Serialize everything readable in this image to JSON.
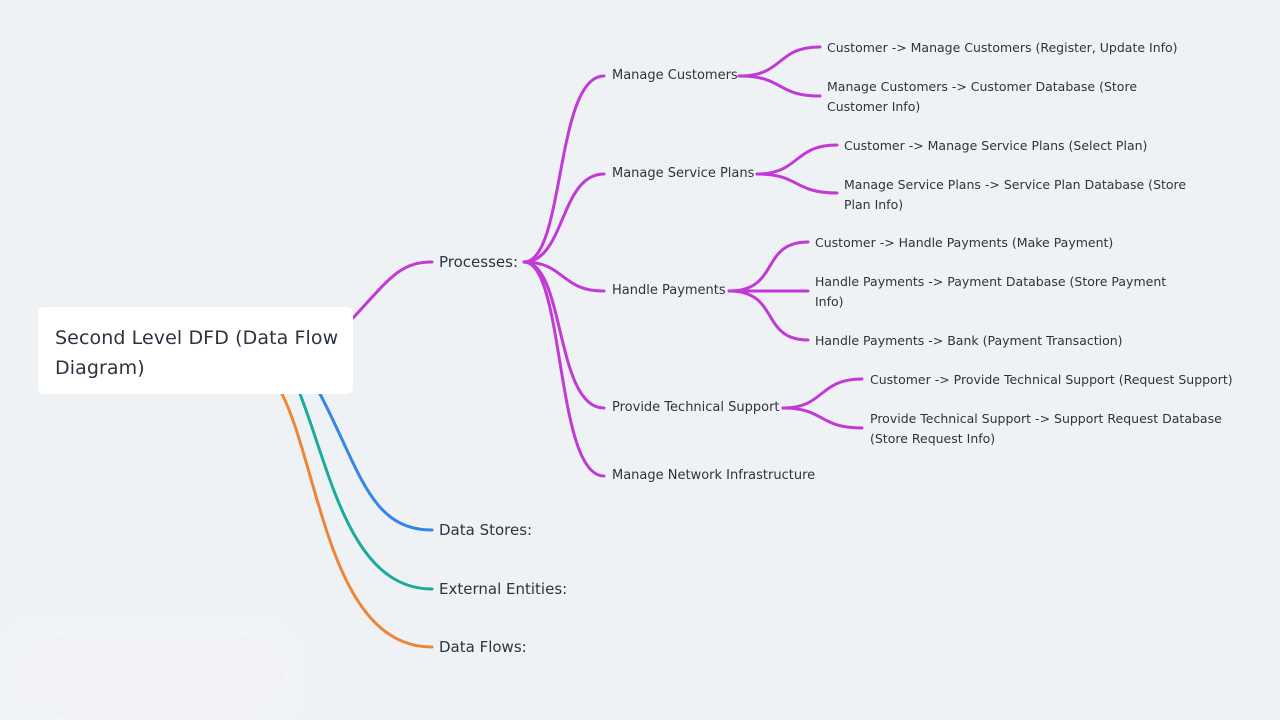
{
  "root": {
    "title": "Second Level DFD (Data Flow Diagram)"
  },
  "colors": {
    "background": "#eff2f5",
    "processes_branch": "#c13ad6",
    "data_stores_branch": "#3586e6",
    "external_entities_branch": "#1aab9b",
    "data_flows_branch": "#ee8538"
  },
  "branches": {
    "processes": {
      "label": "Processes:",
      "children": [
        {
          "label": "Manage Customers",
          "children": [
            "Customer -> Manage Customers (Register, Update Info)",
            "Manage Customers -> Customer Database (Store Customer Info)"
          ]
        },
        {
          "label": "Manage Service Plans",
          "children": [
            "Customer -> Manage Service Plans (Select Plan)",
            "Manage Service Plans -> Service Plan Database (Store Plan Info)"
          ]
        },
        {
          "label": "Handle Payments",
          "children": [
            "Customer -> Handle Payments (Make Payment)",
            "Handle Payments -> Payment Database (Store Payment Info)",
            "Handle Payments -> Bank (Payment Transaction)"
          ]
        },
        {
          "label": "Provide Technical Support",
          "children": [
            "Customer -> Provide Technical Support (Request Support)",
            "Provide Technical Support -> Support Request Database (Store Request Info)"
          ]
        },
        {
          "label": "Manage Network Infrastructure",
          "children": []
        }
      ]
    },
    "data_stores": {
      "label": "Data Stores:"
    },
    "external_entities": {
      "label": "External Entities:"
    },
    "data_flows": {
      "label": "Data Flows:"
    }
  }
}
